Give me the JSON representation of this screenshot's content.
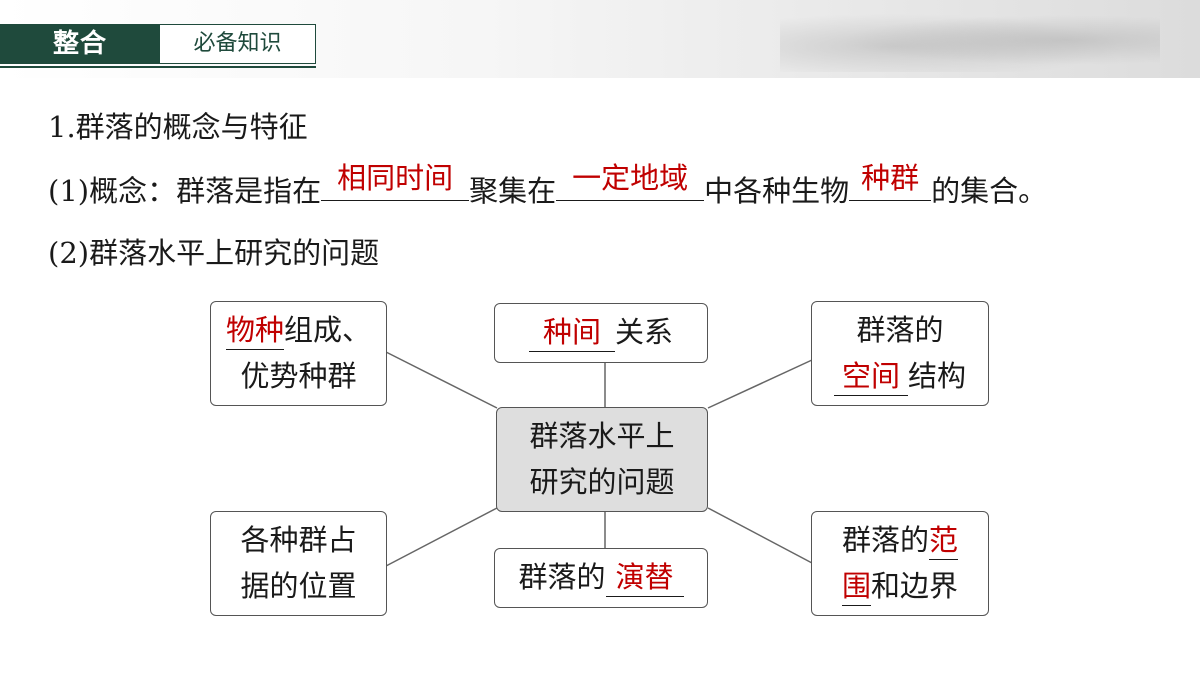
{
  "header": {
    "tag_dark": "整合",
    "tag_light": "必备知识"
  },
  "content": {
    "heading": "1.群落的概念与特征",
    "concept": {
      "prefix": "(1)概念：群落是指在",
      "blank1": "相同时间",
      "mid1": "聚集在",
      "blank2": "一定地域",
      "mid2": "中各种生物",
      "blank3": "种群",
      "suffix": "的集合。"
    },
    "sub_heading": "(2)群落水平上研究的问题"
  },
  "diagram": {
    "center": {
      "line1": "群落水平上",
      "line2": "研究的问题"
    },
    "top_left": {
      "answer": "物种",
      "line1_rest": "组成、",
      "line2": "优势种群"
    },
    "top_mid": {
      "answer": "种间",
      "rest": "关系"
    },
    "top_right": {
      "line1": "群落的",
      "answer": "空间",
      "line2_rest": "结构"
    },
    "bottom_left": {
      "line1": "各种群占",
      "line2": "据的位置"
    },
    "bottom_mid": {
      "prefix": "群落的",
      "answer": "演替"
    },
    "bottom_right": {
      "line1_prefix": "群落的",
      "answer_part1": "范",
      "answer_part2": "围",
      "line2_rest": "和边界"
    }
  },
  "colors": {
    "brand_green": "#1f4a3c",
    "answer_red": "#c00000",
    "center_fill": "#dedede",
    "border": "#555555"
  }
}
